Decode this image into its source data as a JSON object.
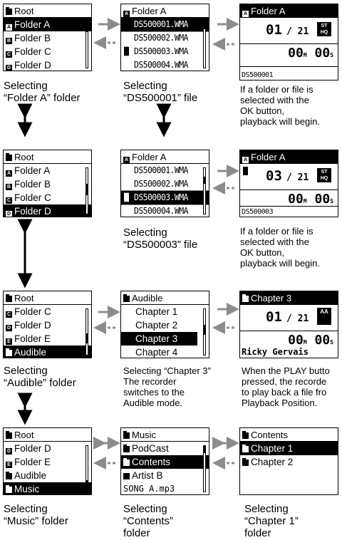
{
  "panels": {
    "p1": {
      "header": "Root",
      "items": [
        "Folder A",
        "Folder B",
        "Folder C",
        "Folder D"
      ],
      "letters": [
        "A",
        "B",
        "C",
        "D"
      ],
      "selected": 0
    },
    "p2": {
      "header": "Folder A",
      "items": [
        "DS500001.WMA",
        "DS500002.WMA",
        "DS500003.WMA",
        "DS500004.WMA"
      ],
      "selected": 0,
      "bookmark_row": 2
    },
    "p3": {
      "header": "Folder A",
      "num": "01",
      "den": "/ 21",
      "time_min": "00",
      "time_sec": "00",
      "unit_m": "M",
      "unit_s": "S",
      "file": "DS500001",
      "badge": "ST HQ"
    },
    "p4": {
      "header": "Root",
      "items": [
        "Folder A",
        "Folder B",
        "Folder C",
        "Folder D"
      ],
      "letters": [
        "A",
        "B",
        "C",
        "D"
      ],
      "selected": 3
    },
    "p5": {
      "header": "Folder A",
      "items": [
        "DS500001.WMA",
        "DS500002.WMA",
        "DS500003.WMA",
        "DS500004.WMA"
      ],
      "selected": 2
    },
    "p6": {
      "header": "Folder A",
      "num": "03",
      "den": "/ 21",
      "time_min": "00",
      "time_sec": "00",
      "unit_m": "M",
      "unit_s": "S",
      "file": "DS500003",
      "badge": "ST HQ"
    },
    "p7": {
      "header": "Root",
      "items": [
        "Folder C",
        "Folder D",
        "Folder E",
        "Audible"
      ],
      "letters": [
        "C",
        "D",
        "E",
        ""
      ],
      "selected": 3
    },
    "p8": {
      "header": "Audible",
      "items": [
        "Chapter 1",
        "Chapter 2",
        "Chapter 3",
        "Chapter 4"
      ],
      "selected": 2
    },
    "p9": {
      "header": "Chapter 3",
      "num": "01",
      "den": "/ 21",
      "time_min": "00",
      "time_sec": "00",
      "unit_m": "M",
      "unit_s": "S",
      "file": "Ricky Gervais",
      "badge": "AA"
    },
    "p10": {
      "header": "Root",
      "items": [
        "Folder D",
        "Folder E",
        "Audible",
        "Music"
      ],
      "letters": [
        "D",
        "E",
        "",
        ""
      ],
      "selected": 3
    },
    "p11": {
      "header": "Music",
      "items": [
        "PodCast",
        "Contents",
        "Artist B",
        "SONG A.mp3"
      ],
      "selected": 1
    },
    "p12": {
      "header": "Contents",
      "items": [
        "Chapter 1",
        "Chapter 2"
      ],
      "selected": 0
    }
  },
  "captions": {
    "c1": [
      "Selecting",
      "“Folder A” folder"
    ],
    "c2": [
      "Selecting",
      "“DS500001” file"
    ],
    "c3": [
      "If a folder or file is",
      "selected with the",
      "OK button,",
      "playback will begin."
    ],
    "c5": [
      "Selecting",
      "“DS500003” file"
    ],
    "c6": [
      "If a folder or file is",
      "selected with the",
      "OK button,",
      "playback will begin."
    ],
    "c7": [
      "Selecting",
      "“Audible” folder"
    ],
    "c8": [
      "Selecting “Chapter 3”",
      "The recorder",
      "switches to the",
      "Audible mode."
    ],
    "c9": [
      "When the PLAY butto",
      "pressed, the recorde",
      "to play back a file fro",
      "Playback Position."
    ],
    "c10": [
      "Selecting",
      "“Music” folder"
    ],
    "c11": [
      "Selecting",
      "“Contents”",
      "folder"
    ],
    "c12": [
      "Selecting",
      "“Chapter 1”",
      "folder"
    ]
  },
  "colors": {
    "ink": "#000000",
    "arrow": "#8c8c8c",
    "paper": "#ffffff"
  }
}
